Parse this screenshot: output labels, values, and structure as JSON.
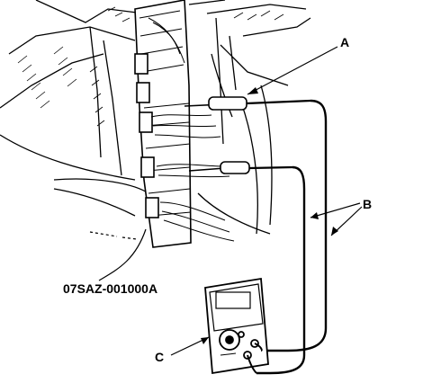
{
  "labels": {
    "a": "A",
    "b": "B",
    "c": "C",
    "tool": "07SAZ-001000A"
  },
  "colors": {
    "ink": "#000000",
    "paper": "#ffffff"
  }
}
